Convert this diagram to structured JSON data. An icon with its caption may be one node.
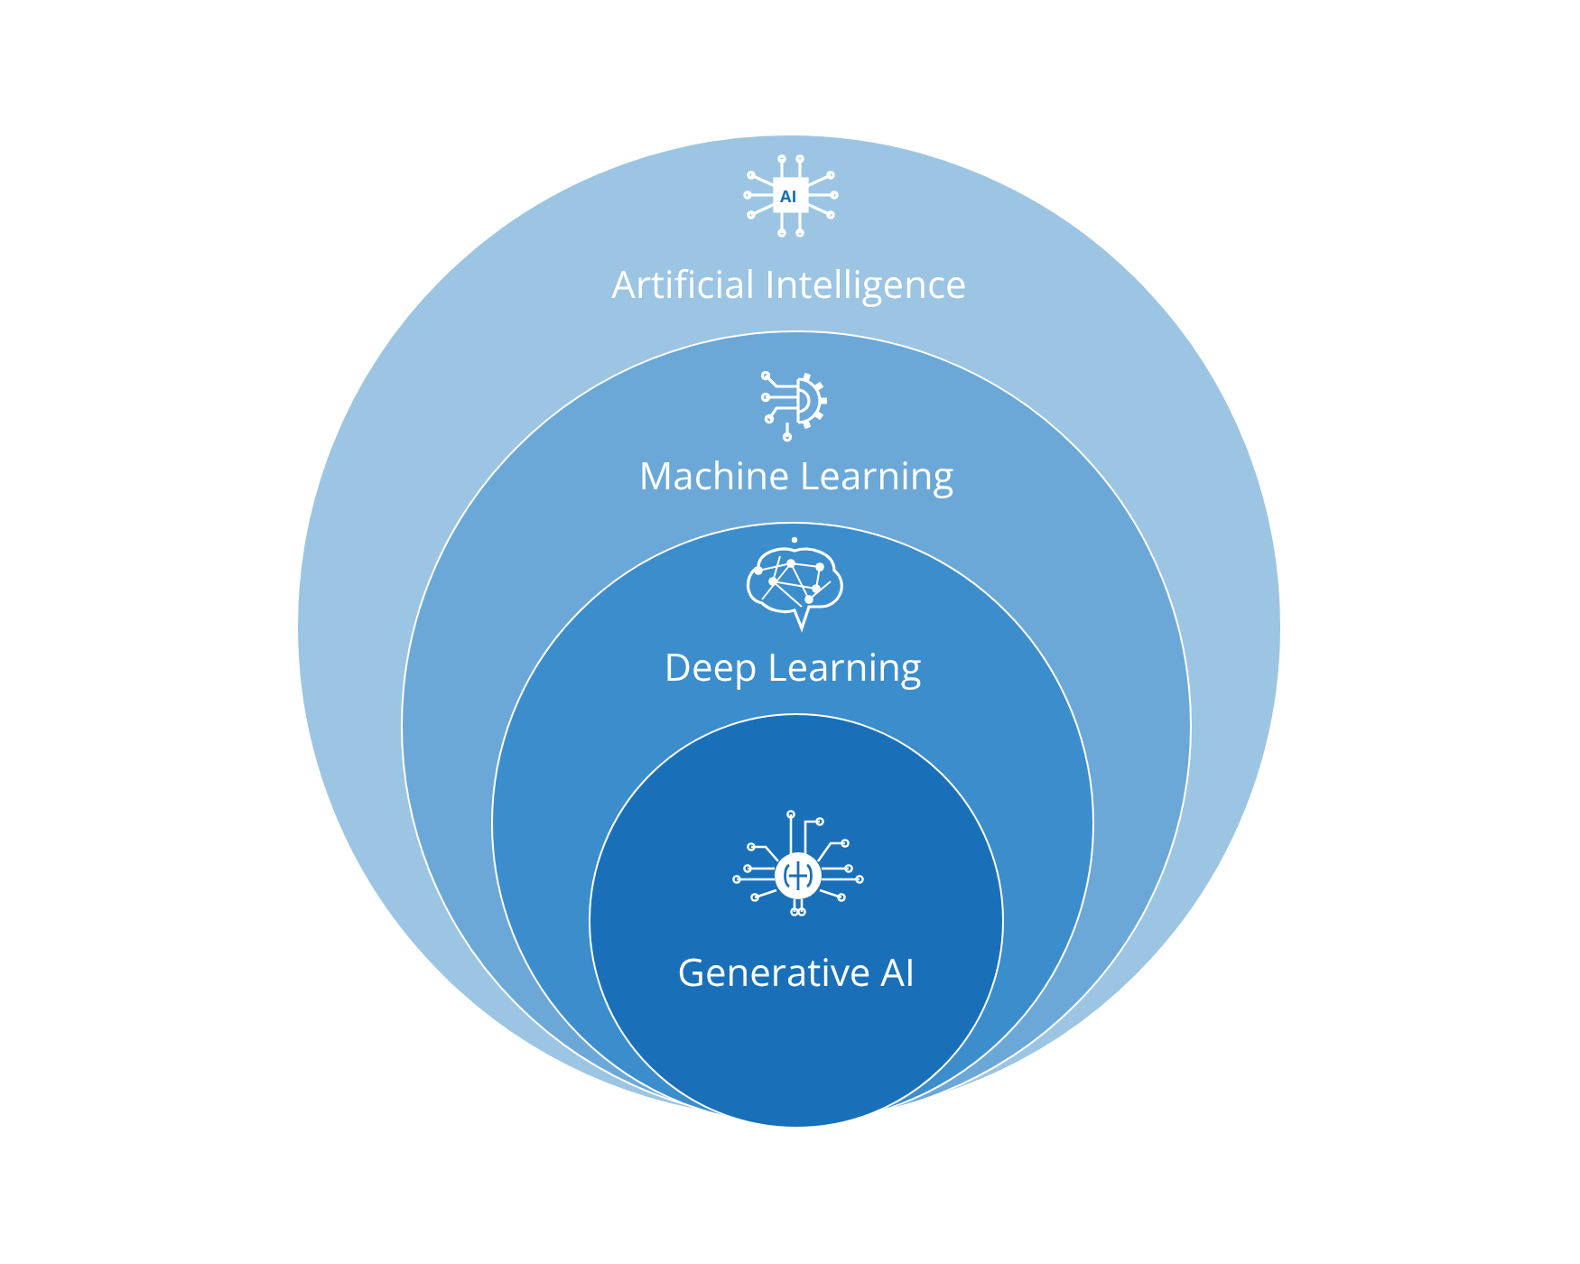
{
  "diagram": {
    "nodes": [
      {
        "text": [
          "Artificial Intelligence"
        ]
      },
      {
        "text": [
          "Machine Learning"
        ],
        "in": 0
      },
      {
        "text": [
          "Deep Learning"
        ],
        "in": 1
      },
      {
        "text": [
          "Generative AI"
        ],
        "in": 2
      }
    ],
    "labels": [
      "AI"
    ]
  }
}
